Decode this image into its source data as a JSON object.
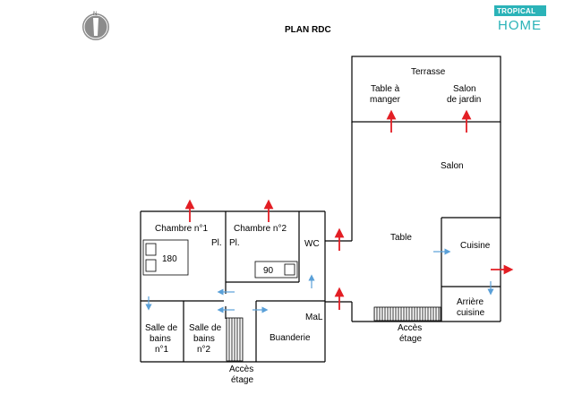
{
  "title": "PLAN RDC",
  "logo": {
    "top": "TROPICAL",
    "bottom": "HOME"
  },
  "compass": {
    "north": "N"
  },
  "rooms": {
    "terrasse": "Terrasse",
    "table_a_manger_1": "Table à",
    "table_a_manger_2": "manger",
    "salon_de_jardin_1": "Salon",
    "salon_de_jardin_2": "de jardin",
    "salon": "Salon",
    "table": "Table",
    "cuisine": "Cuisine",
    "arriere_cuisine_1": "Arrière",
    "arriere_cuisine_2": "cuisine",
    "chambre_1": "Chambre n°1",
    "chambre_2": "Chambre n°2",
    "wc": "WC",
    "placard_1": "Pl.",
    "placard_2": "Pl.",
    "bed_1_size": "180",
    "bed_2_size": "90",
    "salle_de_bains_1_a": "Salle de",
    "salle_de_bains_1_b": "bains",
    "salle_de_bains_1_c": "n°1",
    "salle_de_bains_2_a": "Salle de",
    "salle_de_bains_2_b": "bains",
    "salle_de_bains_2_c": "n°2",
    "mal": "MaL",
    "buanderie": "Buanderie",
    "acces_etage_left_1": "Accès",
    "acces_etage_left_2": "étage",
    "acces_etage_right_1": "Accès",
    "acces_etage_right_2": "étage"
  },
  "colors": {
    "exit_arrow": "#e31e24",
    "door_arrow": "#5aa0d8",
    "logo_teal": "#2bb3b8",
    "compass_grey": "#8c8c8c"
  }
}
